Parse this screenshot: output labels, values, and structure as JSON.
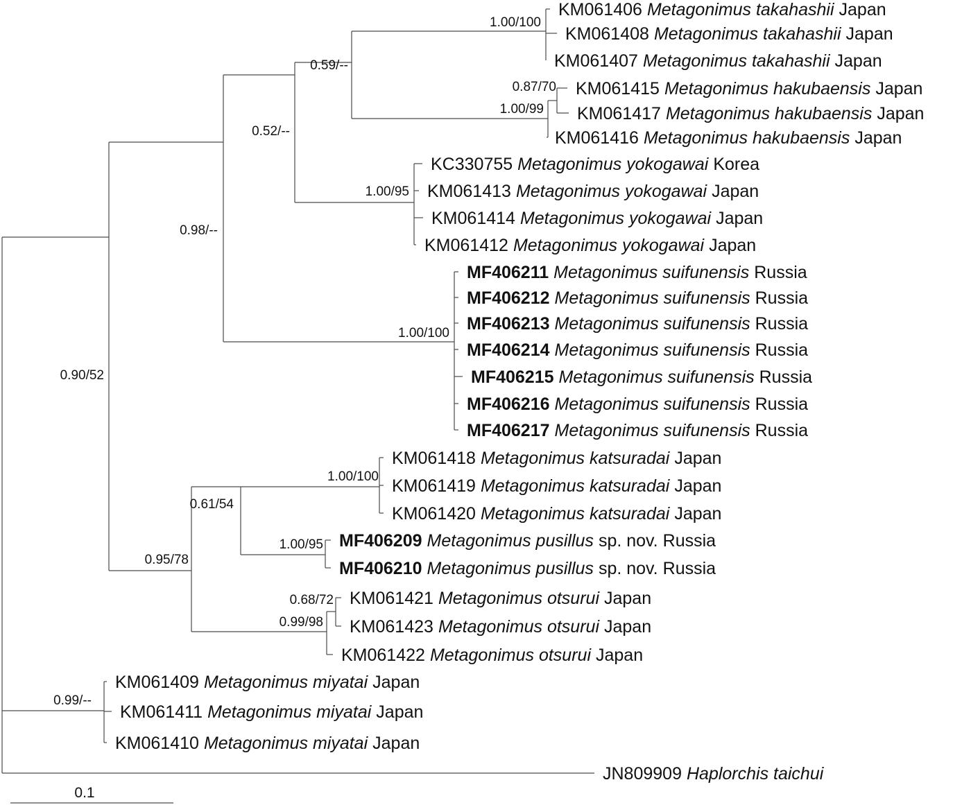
{
  "tree": {
    "scale_bar": {
      "label": "0.1"
    },
    "leaves": [
      {
        "id": "KM061406",
        "accession": "KM061406",
        "species": "Metagonimus takahashii",
        "suffix": "",
        "locality": "Japan",
        "new": false
      },
      {
        "id": "KM061408",
        "accession": "KM061408",
        "species": "Metagonimus takahashii",
        "suffix": "",
        "locality": "Japan",
        "new": false
      },
      {
        "id": "KM061407",
        "accession": "KM061407",
        "species": "Metagonimus takahashii",
        "suffix": "",
        "locality": "Japan",
        "new": false
      },
      {
        "id": "KM061415",
        "accession": "KM061415",
        "species": "Metagonimus hakubaensis",
        "suffix": "",
        "locality": "Japan",
        "new": false
      },
      {
        "id": "KM061417",
        "accession": "KM061417",
        "species": "Metagonimus hakubaensis",
        "suffix": "",
        "locality": "Japan",
        "new": false
      },
      {
        "id": "KM061416",
        "accession": "KM061416",
        "species": "Metagonimus hakubaensis",
        "suffix": "",
        "locality": "Japan",
        "new": false
      },
      {
        "id": "KC330755",
        "accession": "KC330755",
        "species": "Metagonimus yokogawai",
        "suffix": "",
        "locality": "Korea",
        "new": false
      },
      {
        "id": "KM061413",
        "accession": "KM061413",
        "species": "Metagonimus yokogawai",
        "suffix": "",
        "locality": "Japan",
        "new": false
      },
      {
        "id": "KM061414",
        "accession": "KM061414",
        "species": "Metagonimus yokogawai",
        "suffix": "",
        "locality": "Japan",
        "new": false
      },
      {
        "id": "KM061412",
        "accession": "KM061412",
        "species": "Metagonimus yokogawai",
        "suffix": "",
        "locality": "Japan",
        "new": false
      },
      {
        "id": "MF406211",
        "accession": "MF406211",
        "species": "Metagonimus suifunensis",
        "suffix": "",
        "locality": "Russia",
        "new": true
      },
      {
        "id": "MF406212",
        "accession": "MF406212",
        "species": "Metagonimus suifunensis",
        "suffix": "",
        "locality": "Russia",
        "new": true
      },
      {
        "id": "MF406213",
        "accession": "MF406213",
        "species": "Metagonimus suifunensis",
        "suffix": "",
        "locality": "Russia",
        "new": true
      },
      {
        "id": "MF406214",
        "accession": "MF406214",
        "species": "Metagonimus suifunensis",
        "suffix": "",
        "locality": "Russia",
        "new": true
      },
      {
        "id": "MF406215",
        "accession": "MF406215",
        "species": "Metagonimus suifunensis",
        "suffix": "",
        "locality": "Russia",
        "new": true
      },
      {
        "id": "MF406216",
        "accession": "MF406216",
        "species": "Metagonimus suifunensis",
        "suffix": "",
        "locality": "Russia",
        "new": true
      },
      {
        "id": "MF406217",
        "accession": "MF406217",
        "species": "Metagonimus suifunensis",
        "suffix": "",
        "locality": "Russia",
        "new": true
      },
      {
        "id": "KM061418",
        "accession": "KM061418",
        "species": "Metagonimus katsuradai",
        "suffix": "",
        "locality": "Japan",
        "new": false
      },
      {
        "id": "KM061419",
        "accession": "KM061419",
        "species": "Metagonimus katsuradai",
        "suffix": "",
        "locality": "Japan",
        "new": false
      },
      {
        "id": "KM061420",
        "accession": "KM061420",
        "species": "Metagonimus katsuradai",
        "suffix": "",
        "locality": "Japan",
        "new": false
      },
      {
        "id": "MF406209",
        "accession": "MF406209",
        "species": "Metagonimus pusillus",
        "suffix": "sp. nov.",
        "locality": "Russia",
        "new": true
      },
      {
        "id": "MF406210",
        "accession": "MF406210",
        "species": "Metagonimus pusillus",
        "suffix": "sp. nov.",
        "locality": "Russia",
        "new": true
      },
      {
        "id": "KM061421",
        "accession": "KM061421",
        "species": "Metagonimus otsurui",
        "suffix": "",
        "locality": "Japan",
        "new": false
      },
      {
        "id": "KM061423",
        "accession": "KM061423",
        "species": "Metagonimus otsurui",
        "suffix": "",
        "locality": "Japan",
        "new": false
      },
      {
        "id": "KM061422",
        "accession": "KM061422",
        "species": "Metagonimus otsurui",
        "suffix": "",
        "locality": "Japan",
        "new": false
      },
      {
        "id": "KM061409",
        "accession": "KM061409",
        "species": "Metagonimus miyatai",
        "suffix": "",
        "locality": "Japan",
        "new": false
      },
      {
        "id": "KM061411",
        "accession": "KM061411",
        "species": "Metagonimus miyatai",
        "suffix": "",
        "locality": "Japan",
        "new": false
      },
      {
        "id": "KM061410",
        "accession": "KM061410",
        "species": "Metagonimus miyatai",
        "suffix": "",
        "locality": "Japan",
        "new": false
      },
      {
        "id": "JN809909",
        "accession": "JN809909",
        "species": "Haplorchis taichui",
        "suffix": "",
        "locality": "",
        "new": false
      }
    ],
    "support_values": {
      "n_root": "0.90/52",
      "n_upper": "0.98/--",
      "n_takyok": "0.52/--",
      "n_takhak": "0.59/--",
      "n_tak": "1.00/100",
      "n_hak": "1.00/99",
      "n_hak_inner": "0.87/70",
      "n_yok": "1.00/95",
      "n_sui": "1.00/100",
      "n_lower": "0.95/78",
      "n_katpus": "0.61/54",
      "n_kat": "1.00/100",
      "n_pus": "1.00/95",
      "n_ots": "0.99/98",
      "n_ots_inner": "0.68/72",
      "n_miy": "0.99/--"
    }
  }
}
